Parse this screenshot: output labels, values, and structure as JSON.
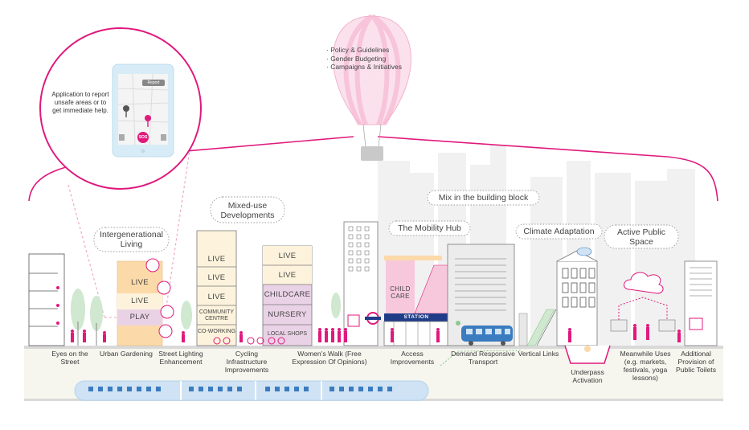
{
  "balloon": {
    "items": [
      "· Policy & Guidelines",
      "· Gender Budgeting",
      "· Campaigns & Initiatives"
    ]
  },
  "phone": {
    "caption": "Application to report unsafe areas or to get immediate help.",
    "report_label": "Report",
    "sos_label": "SOS"
  },
  "clouds": {
    "intergenerational": "Intergenerational Living",
    "mixed_use": "Mixed-use Developments",
    "mix_block": "Mix in the building block",
    "mobility_hub": "The Mobility Hub",
    "climate": "Climate Adaptation",
    "active": "Active Public Space"
  },
  "buildings": {
    "live1": "LIVE",
    "live2": "LIVE",
    "play": "PLAY",
    "tall_live1": "LIVE",
    "tall_live2": "LIVE",
    "tall_live3": "LIVE",
    "community": "COMMUNITY CENTRE",
    "coworking": "CO-WORKING",
    "mid_live1": "LIVE",
    "mid_live2": "LIVE",
    "childcare": "CHILDCARE",
    "nursery": "NURSERY",
    "local_shops": "LOCAL SHOPS",
    "child_care_hub": "CHILD CARE",
    "station": "STATION"
  },
  "labels": {
    "eyes": "Eyes on the Street",
    "gardening": "Urban Gardening",
    "lighting": "Street Lighting Enhancement",
    "cycling": "Cycling Infrastructure Improvements",
    "womens_walk": "Women's Walk (Free Expression Of Opinions)",
    "access": "Access Improvements",
    "demand": "Demand Responsive Transport",
    "vertical": "Vertical Links",
    "underpass": "Underpass Activation",
    "meanwhile": "Meanwhile Uses (e.g. markets, festivals, yoga lessons)",
    "toilets": "Additional Provision of Public Toilets"
  },
  "colors": {
    "accent": "#e0197d",
    "pink_light": "#f7c8dc",
    "peach": "#fbd9a8",
    "cream": "#fdf3dc",
    "lavender": "#ead2e6",
    "blue": "#3b7bbf",
    "light_blue": "#cfe3f4",
    "green": "#8cc98f",
    "grey": "#e8e8e8"
  }
}
